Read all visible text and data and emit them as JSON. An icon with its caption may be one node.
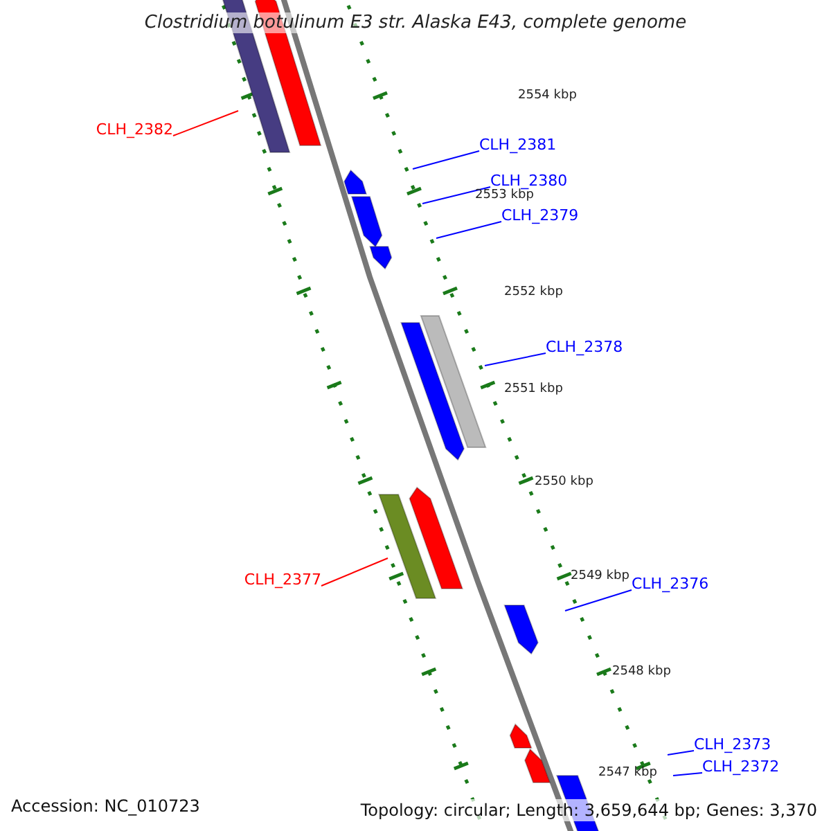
{
  "diagram": {
    "title": "Clostridium botulinum E3 str. Alaska E43, complete genome",
    "nodes": [
      {
        "text": [
          "CLH_2382"
        ]
      },
      {
        "text": [
          "CLH_2381"
        ]
      },
      {
        "text": [
          "CLH_2380"
        ]
      },
      {
        "text": [
          "CLH_2379"
        ]
      },
      {
        "text": [
          "CLH_2378"
        ]
      },
      {
        "text": [
          "CLH_2377"
        ]
      },
      {
        "text": [
          "CLH_2376"
        ]
      },
      {
        "text": [
          "CLH_2373"
        ]
      },
      {
        "text": [
          "CLH_2372"
        ]
      }
    ],
    "edges": [
      {
        "from": 0,
        "to": null,
        "arrow": "none",
        "color": "#ff0000"
      },
      {
        "from": 1,
        "to": null,
        "arrow": "none"
      },
      {
        "from": 2,
        "to": null,
        "arrow": "none"
      },
      {
        "from": 3,
        "to": null,
        "arrow": "none"
      },
      {
        "from": 4,
        "to": null,
        "arrow": "none"
      },
      {
        "from": 5,
        "to": null,
        "arrow": "none",
        "color": "#ff0000"
      },
      {
        "from": 6,
        "to": null,
        "arrow": "none"
      },
      {
        "from": 7,
        "to": null,
        "arrow": "none"
      },
      {
        "from": 8,
        "to": null,
        "arrow": "none"
      }
    ],
    "labels": [
      "2554 kbp",
      "2553 kbp",
      "2552 kbp",
      "2551 kbp",
      "2550 kbp",
      "2549 kbp",
      "2548 kbp",
      "2547 kbp",
      "Accession: NC_010723",
      "Topology: circular; Length: 3,659,644 bp; Genes: 3,370"
    ]
  }
}
